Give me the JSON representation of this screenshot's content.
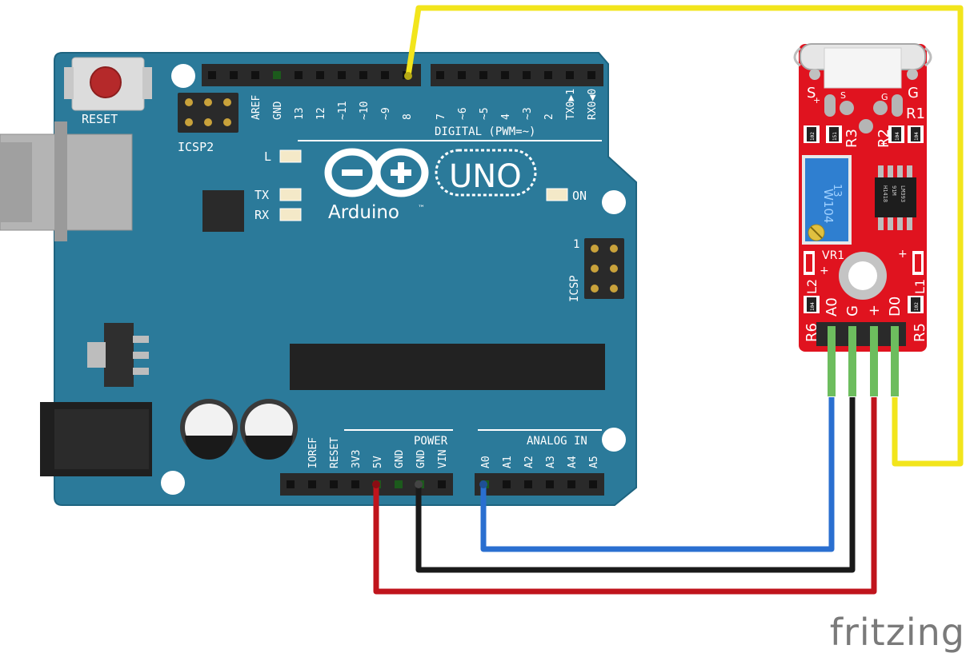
{
  "arduino": {
    "reset_label": "RESET",
    "icsp2_label": "ICSP2",
    "icsp_label": "ICSP",
    "icsp_pin1": "1",
    "digital_header_label": "DIGITAL (PWM=~)",
    "digital_pins": [
      "AREF",
      "GND",
      "13",
      "12",
      "~11",
      "~10",
      "~9",
      "8",
      "7",
      "~6",
      "~5",
      "4",
      "~3",
      "2",
      "TX0▶1",
      "RX0◀0"
    ],
    "led_l": "L",
    "led_tx": "TX",
    "led_rx": "RX",
    "led_on": "ON",
    "logo_word": "Arduino",
    "logo_tm": "™",
    "model": "UNO",
    "power_label": "POWER",
    "power_pins": [
      "IOREF",
      "RESET",
      "3V3",
      "5V",
      "GND",
      "GND",
      "VIN"
    ],
    "analog_label": "ANALOG IN",
    "analog_pins": [
      "A0",
      "A1",
      "A2",
      "A3",
      "A4",
      "A5"
    ],
    "board_color": "#2b7a9a",
    "board_edge": "#1e6480"
  },
  "sensor": {
    "top_pads": [
      "S",
      "G"
    ],
    "top_small": [
      "+",
      "S",
      "G",
      "+"
    ],
    "resistors": [
      "R1",
      "R2",
      "R3",
      "R5",
      "R6"
    ],
    "res_codes": [
      "102",
      "151",
      "104",
      "104",
      "104",
      "102"
    ],
    "pot_label": "VR1",
    "pot_text": "W104",
    "pot_code": "13",
    "chip_lines": [
      "H1418",
      "91M",
      "LM393"
    ],
    "leds": [
      "L1",
      "L2"
    ],
    "plus": "+",
    "pins": [
      "A0",
      "G",
      "+",
      "D0"
    ],
    "board_color": "#e0131f"
  },
  "wires": [
    {
      "from": "5V",
      "to": "+",
      "color": "#c0141c"
    },
    {
      "from": "GND",
      "to": "G",
      "color": "#1a1a1a"
    },
    {
      "from": "A0",
      "to": "A0",
      "color": "#2a6fd0"
    },
    {
      "from": "8",
      "to": "D0",
      "color": "#f2e51c"
    }
  ],
  "footer": {
    "logo": "fritzing"
  }
}
